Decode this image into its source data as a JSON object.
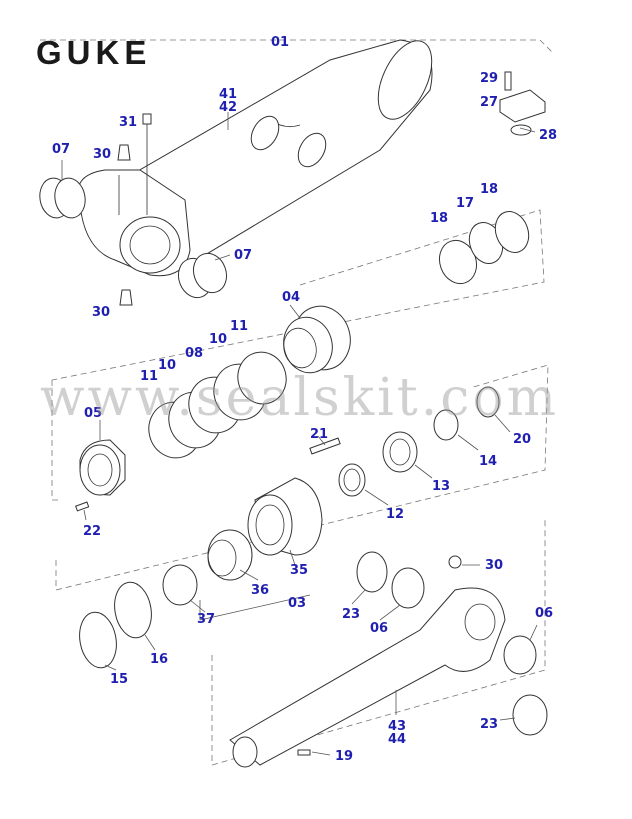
{
  "brand": "GUKE",
  "watermark": "www.sealskit.com",
  "labels": {
    "l01": "01",
    "l41": "41",
    "l42": "42",
    "l31": "31",
    "l30a": "30",
    "l07a": "07",
    "l07b": "07",
    "l30b": "30",
    "l29": "29",
    "l27": "27",
    "l28": "28",
    "l18a": "18",
    "l17": "17",
    "l18b": "18",
    "l04": "04",
    "l11a": "11",
    "l10a": "10",
    "l08": "08",
    "l10b": "10",
    "l11b": "11",
    "l05": "05",
    "l21": "21",
    "l20": "20",
    "l14": "14",
    "l13": "13",
    "l12": "12",
    "l22": "22",
    "l35": "35",
    "l36": "36",
    "l03": "03",
    "l37": "37",
    "l16": "16",
    "l15": "15",
    "l30c": "30",
    "l23a": "23",
    "l06a": "06",
    "l06b": "06",
    "l43": "43",
    "l44": "44",
    "l23b": "23",
    "l19": "19"
  }
}
